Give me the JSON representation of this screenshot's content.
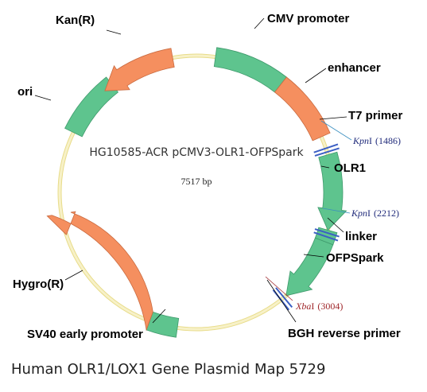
{
  "plasmid": {
    "name": "HG10585-ACR pCMV3-OLR1-OFPSpark",
    "length": "7517 bp"
  },
  "caption": "Human OLR1/LOX1 Gene Plasmid Map 5729",
  "colors": {
    "backbone": "#f2eab0",
    "green": "#5ec48e",
    "orange": "#f58f5f",
    "site_line": "#3b5fc4",
    "site_text_blue": "#1f2a7a",
    "site_text_red": "#a0282c",
    "leader": "#3a8fc0"
  },
  "features": {
    "cmv_promoter": "CMV promoter",
    "enhancer": "enhancer",
    "t7_primer": "T7 primer",
    "olr1": "OLR1",
    "linker": "linker",
    "ofpspark": "OFPSpark",
    "bgh_reverse_primer": "BGH reverse primer",
    "sv40_early_promoter": "SV40 early promoter",
    "hygro": "Hygro(R)",
    "ori": "ori",
    "kan": "Kan(R)"
  },
  "sites": {
    "kpni_1": {
      "enzyme": "Kpn",
      "suffix": "I",
      "position": "(1486)"
    },
    "kpni_2": {
      "enzyme": "Kpn",
      "suffix": "I",
      "position": "(2212)"
    },
    "xbai": {
      "enzyme": "Xba",
      "suffix": "I",
      "position": "(3004)"
    }
  }
}
